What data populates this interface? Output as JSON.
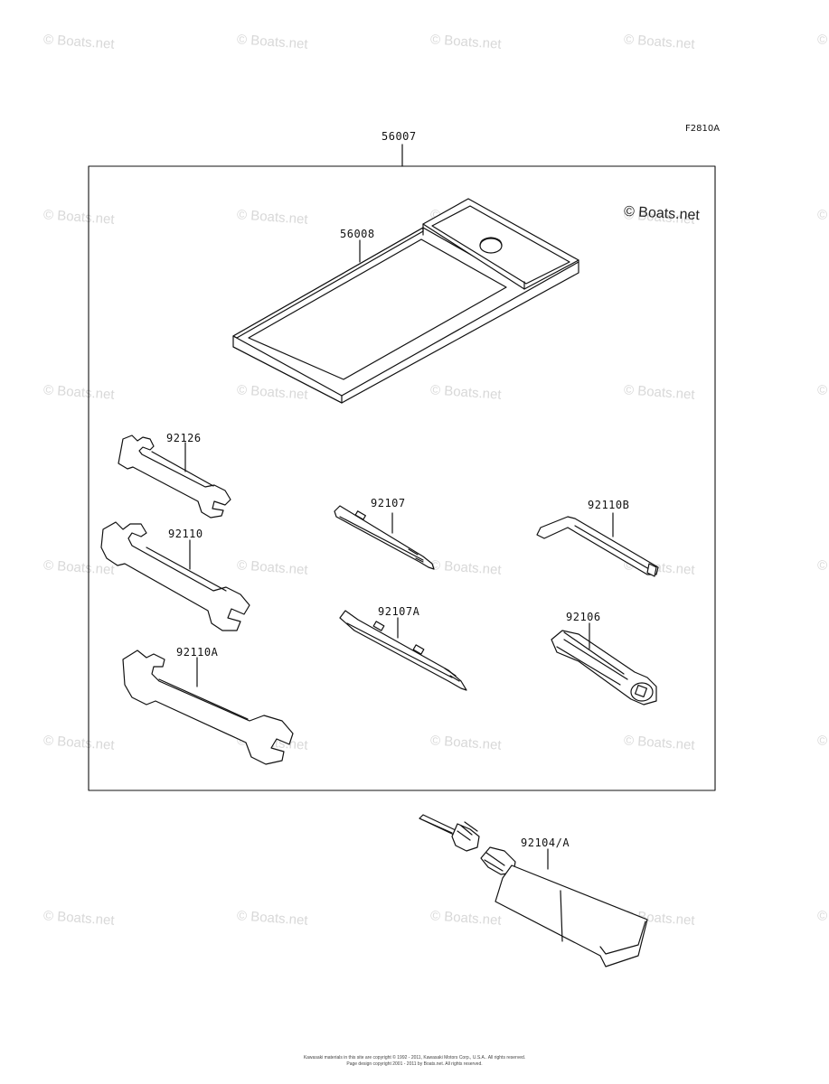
{
  "figure_id": "F2810A",
  "copyright_mark": "© Boats.net",
  "watermark_text": "© Boats.net",
  "parts": {
    "kit": "56007",
    "pouch": "56008",
    "wrench_small": "92126",
    "wrench_medium": "92110",
    "wrench_large": "92110A",
    "screwdriver_grip": "92107",
    "screwdriver_bit": "92107A",
    "hex_key": "92110B",
    "socket_handle": "92106",
    "grease_tube": "92104/A"
  },
  "footer": {
    "line1": "Kawasaki materials in this site are copyright © 1992 - 2011, Kawasaki Motors Corp., U.S.A.. All rights reserved.",
    "line2": "Page design copyright 2001 - 2011 by Boats.net. All rights reserved."
  }
}
